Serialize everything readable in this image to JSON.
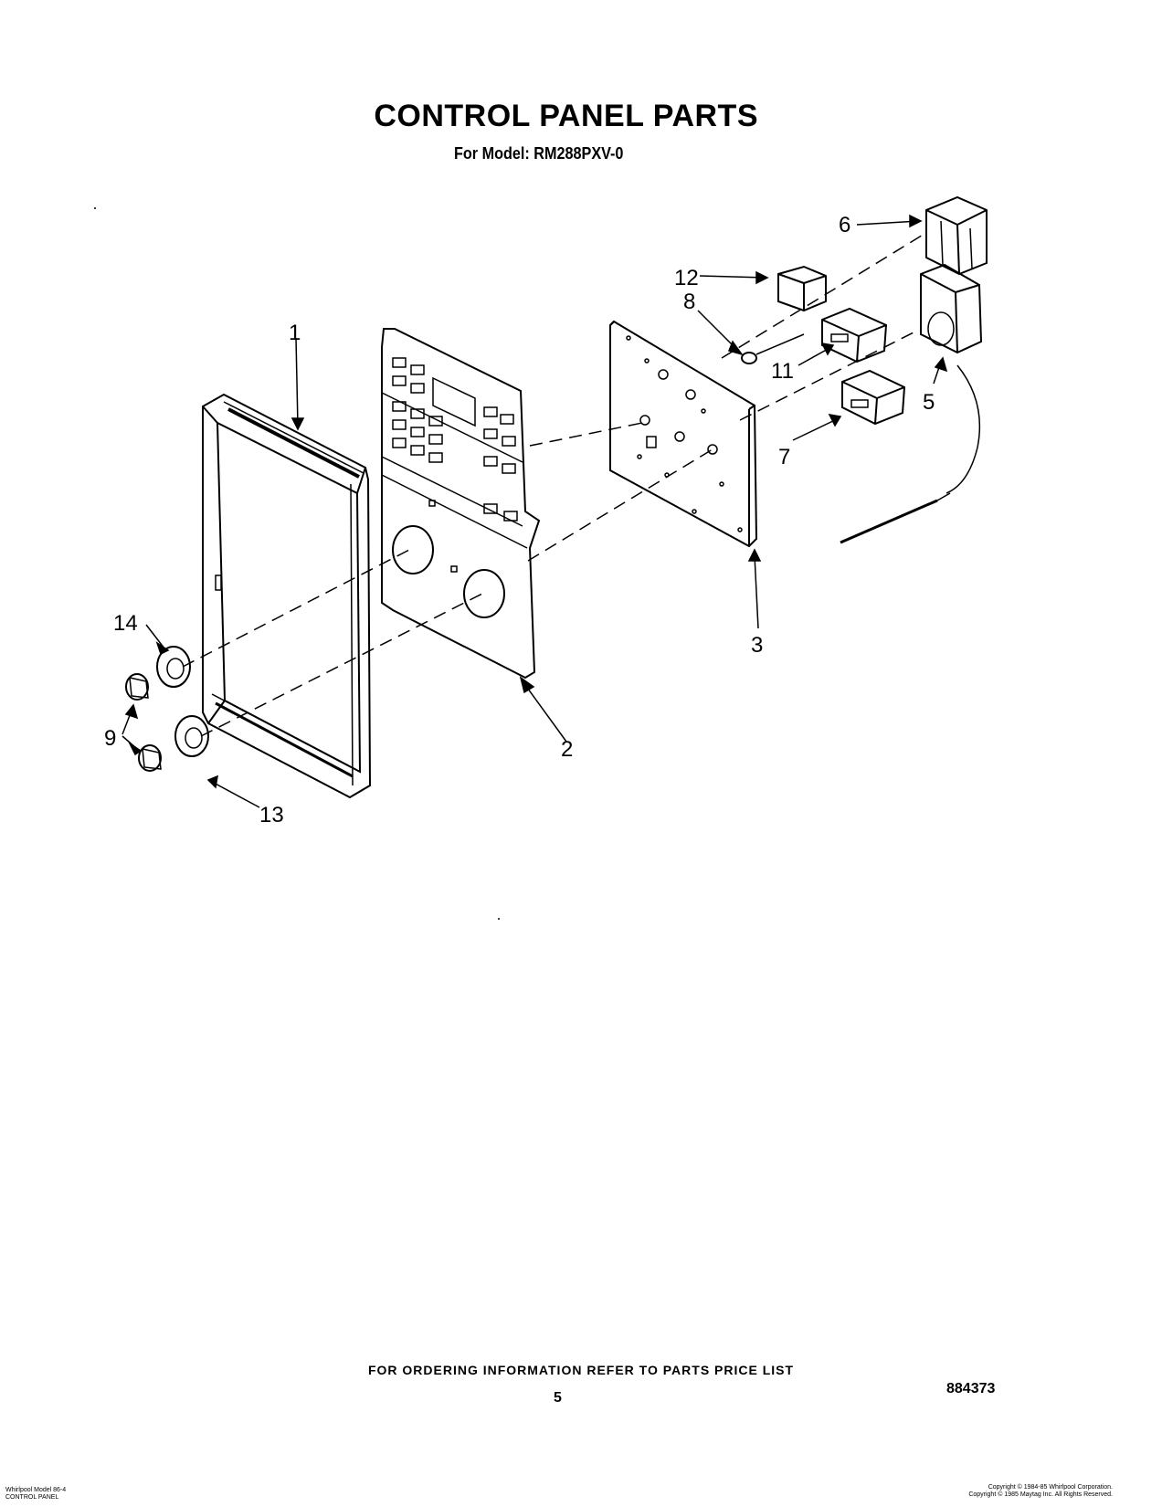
{
  "header": {
    "title": "CONTROL PANEL PARTS",
    "subtitle": "For Model: RM288PXV-0"
  },
  "callouts": [
    "1",
    "2",
    "3",
    "5",
    "6",
    "7",
    "8",
    "9",
    "11",
    "12",
    "13",
    "14"
  ],
  "footer": {
    "order_info": "FOR ORDERING INFORMATION REFER TO PARTS PRICE LIST",
    "page_number": "5",
    "doc_number": "884373",
    "left_small_line1": "Whirlpool Model 86-4",
    "left_small_line2": "CONTROL PANEL",
    "right_small_line1": "Copyright © 1984-85 Whirlpool Corporation.",
    "right_small_line2": "Copyright © 1985 Maytag Inc. All Rights Reserved."
  }
}
